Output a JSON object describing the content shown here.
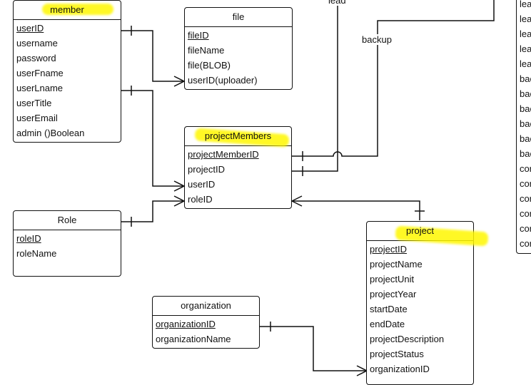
{
  "entities": {
    "member": {
      "title": "member",
      "fields": [
        "userID",
        "username",
        "password",
        "userFname",
        "userLname",
        "userTitle",
        "userEmail",
        "admin ()Boolean"
      ]
    },
    "file": {
      "title": "file",
      "fields": [
        "fileID",
        "fileName",
        "file(BLOB)",
        "userID(uploader)"
      ]
    },
    "projectMembers": {
      "title": "projectMembers",
      "fields": [
        "projectMemberID",
        "projectID",
        "userID",
        "roleID"
      ]
    },
    "role": {
      "title": "Role",
      "fields": [
        "roleID",
        "roleName"
      ]
    },
    "project": {
      "title": "project",
      "fields": [
        "projectID",
        "projectName",
        "projectUnit",
        "projectYear",
        "startDate",
        "endDate",
        "projectDescription",
        "projectStatus",
        "organizationID"
      ]
    },
    "organization": {
      "title": "organization",
      "fields": [
        "organizationID",
        "organizationName"
      ]
    }
  },
  "edge_labels": {
    "lead": "lead",
    "backup": "backup"
  },
  "side_panel": {
    "rows": [
      "lea",
      "lea",
      "lea",
      "lea",
      "lea",
      "bac",
      "bac",
      "bac",
      "bac",
      "bac",
      "bac",
      "cor",
      "cor",
      "cor",
      "cor",
      "cor",
      "cor"
    ]
  },
  "colors": {
    "line": "#111111",
    "highlight": "#fff700"
  }
}
